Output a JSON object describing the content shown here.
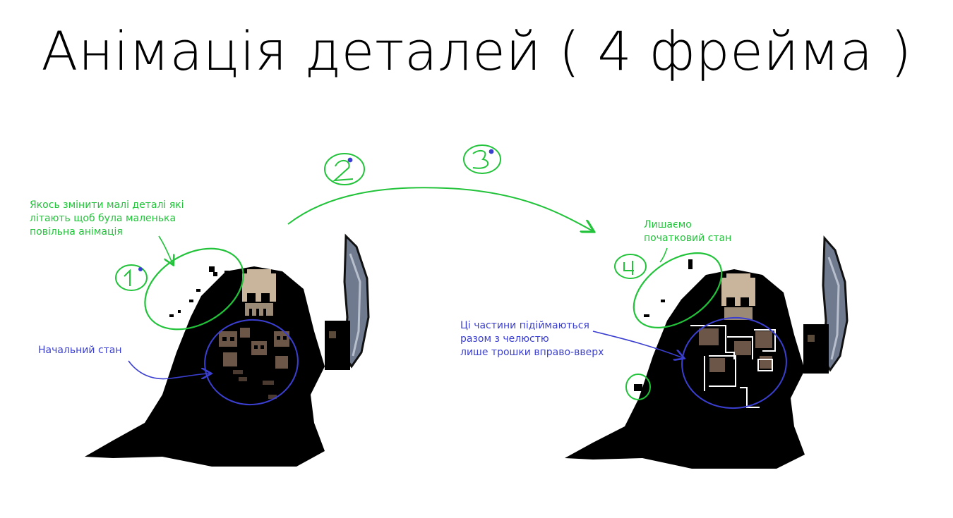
{
  "slide": {
    "title": "Анімація деталей ( 4 фрейма )",
    "colors": {
      "annotation_green": "#22c33a",
      "annotation_blue": "#3b3fd0",
      "cloak": "#000000",
      "bone": "#c8b59c",
      "blade": "#6f7a8e"
    }
  },
  "notes": {
    "change_details": [
      "Якось змінити малі деталі які",
      "літають щоб була маленька",
      "повільна анімація"
    ],
    "initial_state": "Начальний стан",
    "keep_state": [
      "Лишаємо",
      "початковий стан"
    ],
    "parts_move": [
      "Ці частини підіймаються",
      "разом з челюстю",
      "лише трошки вправо-вверх"
    ]
  },
  "steps": [
    "1",
    "2",
    "3",
    "4"
  ],
  "icons": {
    "sprite_left": "reaper-sprite-frame1",
    "sprite_right": "reaper-sprite-frame4",
    "arrow": "curved-arrow-icon"
  }
}
